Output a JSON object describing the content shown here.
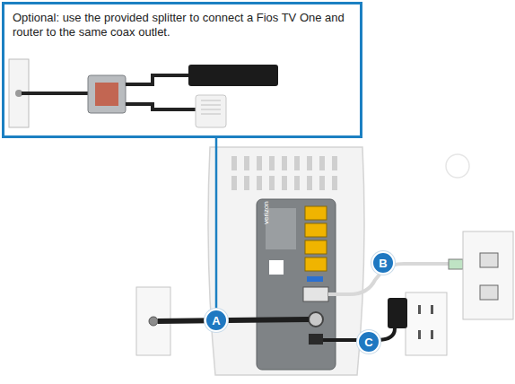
{
  "diagram": {
    "nodes": [
      {
        "text": [
          "Optional: use the provided splitter to connect a Fios TV One and router to the same coax outlet."
        ]
      },
      {
        "text": [
          "A"
        ]
      },
      {
        "text": [
          "B"
        ]
      },
      {
        "text": [
          "C"
        ]
      }
    ],
    "edges": [
      {
        "from": 0,
        "to": 1,
        "arrow": "none"
      }
    ],
    "labels": [
      "verizon"
    ]
  }
}
